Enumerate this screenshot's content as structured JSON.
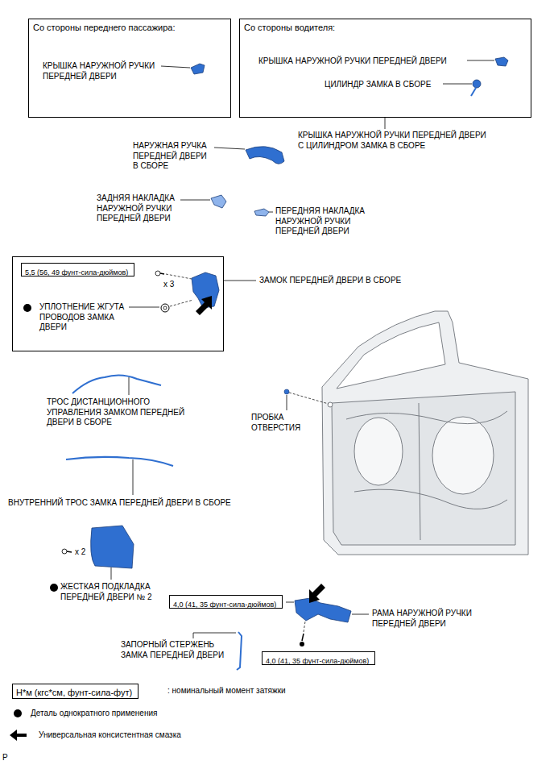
{
  "diagram": {
    "nodes": [
      {
        "text": [
          "Со стороны переднего пассажира:",
          "КРЫШКА НАРУЖНОЙ РУЧКИ ПЕРЕДНЕЙ ДВЕРИ"
        ]
      },
      {
        "text": [
          "Со стороны водителя:",
          "КРЫШКА НАРУЖНОЙ РУЧКИ ПЕРЕДНЕЙ ДВЕРИ",
          "ЦИЛИНДР ЗАМКА В СБОРЕ"
        ]
      },
      {
        "text": [
          "x 3",
          "УПЛОТНЕНИЕ ЖГУТА ПРОВОДОВ ЗАМКА ДВЕРИ"
        ]
      },
      {
        "text": [
          "5,5 (56, 49 фунт-сила-дюймов)"
        ],
        "in": 2
      },
      {
        "text": [
          "4,0 (41, 35 фунт-сила-дюймов)"
        ]
      },
      {
        "text": [
          "4,0 (41, 35 фунт-сила-дюймов)"
        ]
      },
      {
        "text": [
          "Н*м (кгс*см, фунт-сила-фут)"
        ]
      }
    ],
    "labels": [
      "КРЫШКА НАРУЖНОЙ РУЧКИ ПЕРЕДНЕЙ ДВЕРИ С ЦИЛИНДРОМ ЗАМКА В СБОРЕ",
      "НАРУЖНАЯ РУЧКА ПЕРЕДНЕЙ ДВЕРИ В СБОРЕ",
      "ЗАДНЯЯ НАКЛАДКА НАРУЖНОЙ РУЧКИ ПЕРЕДНЕЙ ДВЕРИ",
      "ПЕРЕДНЯЯ НАКЛАДКА НАРУЖНОЙ РУЧКИ ПЕРЕДНЕЙ ДВЕРИ",
      "ЗАМОК ПЕРЕДНЕЙ ДВЕРИ В СБОРЕ",
      "ТРОС ДИСТАНЦИОННОГО УПРАВЛЕНИЯ ЗАМКОМ ПЕРЕДНЕЙ ДВЕРИ В СБОРЕ",
      "ПРОБКА ОТВЕРСТИЯ",
      "ВНУТРЕННИЙ ТРОС ЗАМКА ПЕРЕДНЕЙ ДВЕРИ В СБОРЕ",
      "x 2",
      "ЖЕСТКАЯ ПОДКЛАДКА ПЕРЕДНЕЙ ДВЕРИ № 2",
      "РАМА НАРУЖНОЙ РУЧКИ ПЕРЕДНЕЙ ДВЕРИ",
      "ЗАПОРНЫЙ СТЕРЖЕНЬ ЗАМКА ПЕРЕДНЕЙ ДВЕРИ",
      "P"
    ],
    "legend": [
      {
        "text": ": номинальный момент затяжки"
      },
      {
        "text": "Деталь однократного применения"
      },
      {
        "text": "Универсальная консистентная смазка"
      }
    ]
  }
}
